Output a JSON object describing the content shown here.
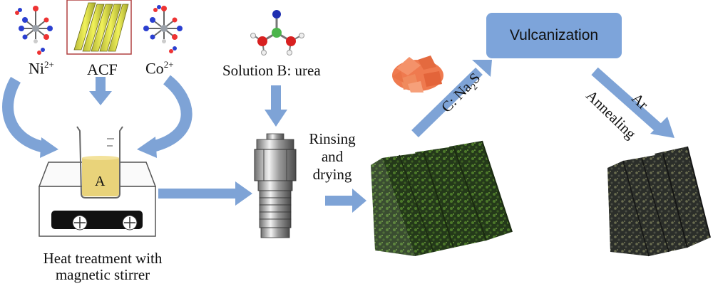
{
  "labels": {
    "ni": "Ni",
    "ni_sup": "2+",
    "acf": "ACF",
    "co": "Co",
    "co_sup": "2+",
    "solution_b": "Solution B: urea",
    "beaker": "A",
    "heat_line1": "Heat treatment with",
    "heat_line2": "magnetic stirrer",
    "rinse_line1": "Rinsing",
    "rinse_line2": "and",
    "rinse_line3": "drying",
    "vulcanization": "Vulcanization",
    "c_na2s_prefix": "C: Na",
    "c_na2s_sub": "2",
    "c_na2s_suffix": "S",
    "ar": "Ar",
    "annealing": "Annealing"
  },
  "colors": {
    "arrow": "#7ea3d6",
    "arrow_stroke": "#5b82bd",
    "box": "#7da4da",
    "fiber_green": "#2e4a1a",
    "fiber_dark": "#2a2f28",
    "flakes": "#ef7a4f",
    "solution": "#e9d37a"
  }
}
